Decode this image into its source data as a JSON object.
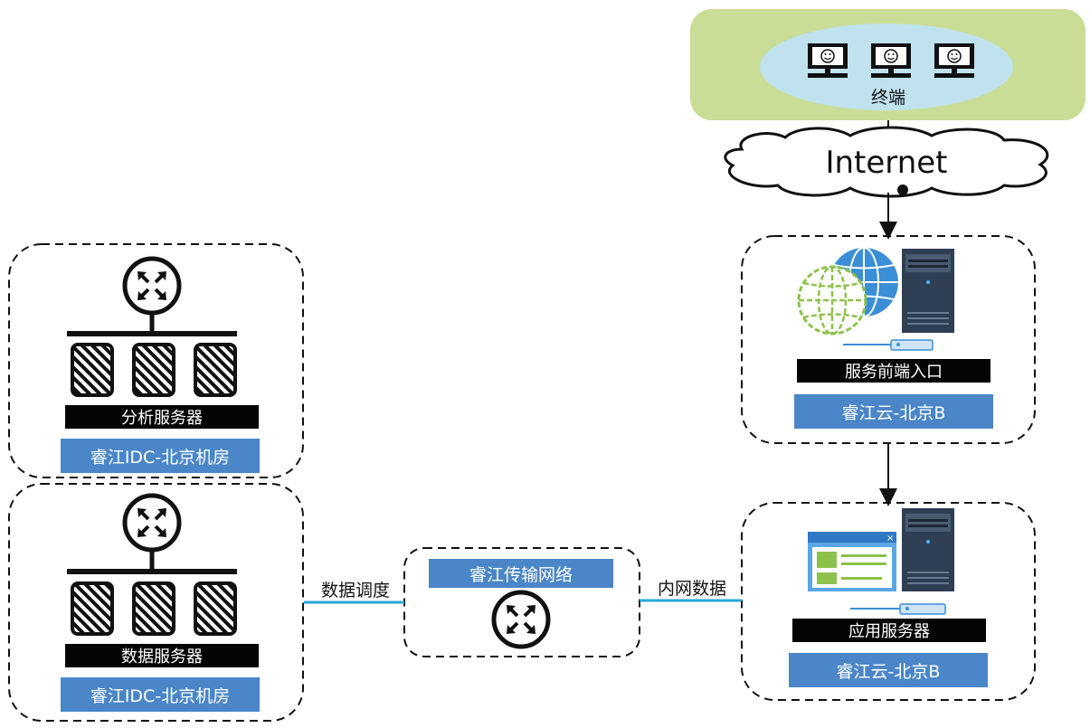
{
  "terminal": {
    "label": "终端",
    "icon": "desktop-computer-icon"
  },
  "internet": {
    "label": "Internet",
    "icon": "cloud-icon"
  },
  "cloud_b_front": {
    "role_label": "服务前端入口",
    "site_label": "睿江云-北京B"
  },
  "cloud_b_app": {
    "role_label": "应用服务器",
    "site_label": "睿江云-北京B"
  },
  "idc_analysis": {
    "role_label": "分析服务器",
    "site_label": "睿江IDC-北京机房"
  },
  "idc_data": {
    "role_label": "数据服务器",
    "site_label": "睿江IDC-北京机房"
  },
  "transport": {
    "label": "睿江传输网络",
    "icon": "router-icon"
  },
  "links": {
    "left_label": "数据调度",
    "right_label": "内网数据"
  },
  "colors": {
    "terminal_bg": "#c9dd97",
    "terminal_ellipse": "#bfe2ee",
    "site_blue": "#4a86c8",
    "link_line": "#2aa7d6",
    "globe_blue": "#3a8fd6",
    "globe_green": "#8cc24a"
  }
}
